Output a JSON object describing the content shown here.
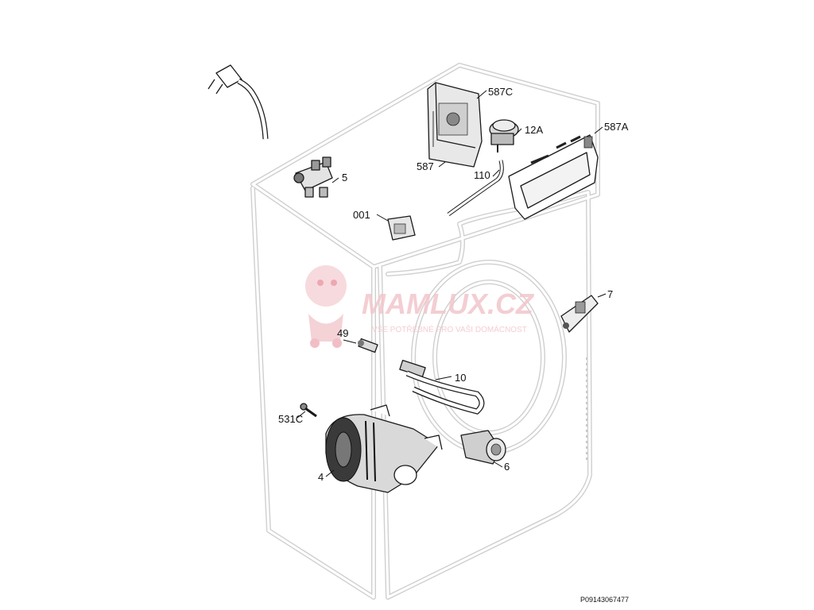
{
  "callouts": {
    "c587C": "587C",
    "c12A": "12A",
    "c587A": "587A",
    "c587": "587",
    "c110": "110",
    "c5": "5",
    "c001": "001",
    "c7": "7",
    "c49": "49",
    "c10": "10",
    "c531C": "531C",
    "c4": "4",
    "c6": "6"
  },
  "watermark": {
    "brand": "MAMLUX.CZ",
    "tagline": "VŠE POTŘEBNÉ PRO VAŠI DOMÁCNOST",
    "color": "#f2c6cc"
  },
  "reference": "P09143067477"
}
